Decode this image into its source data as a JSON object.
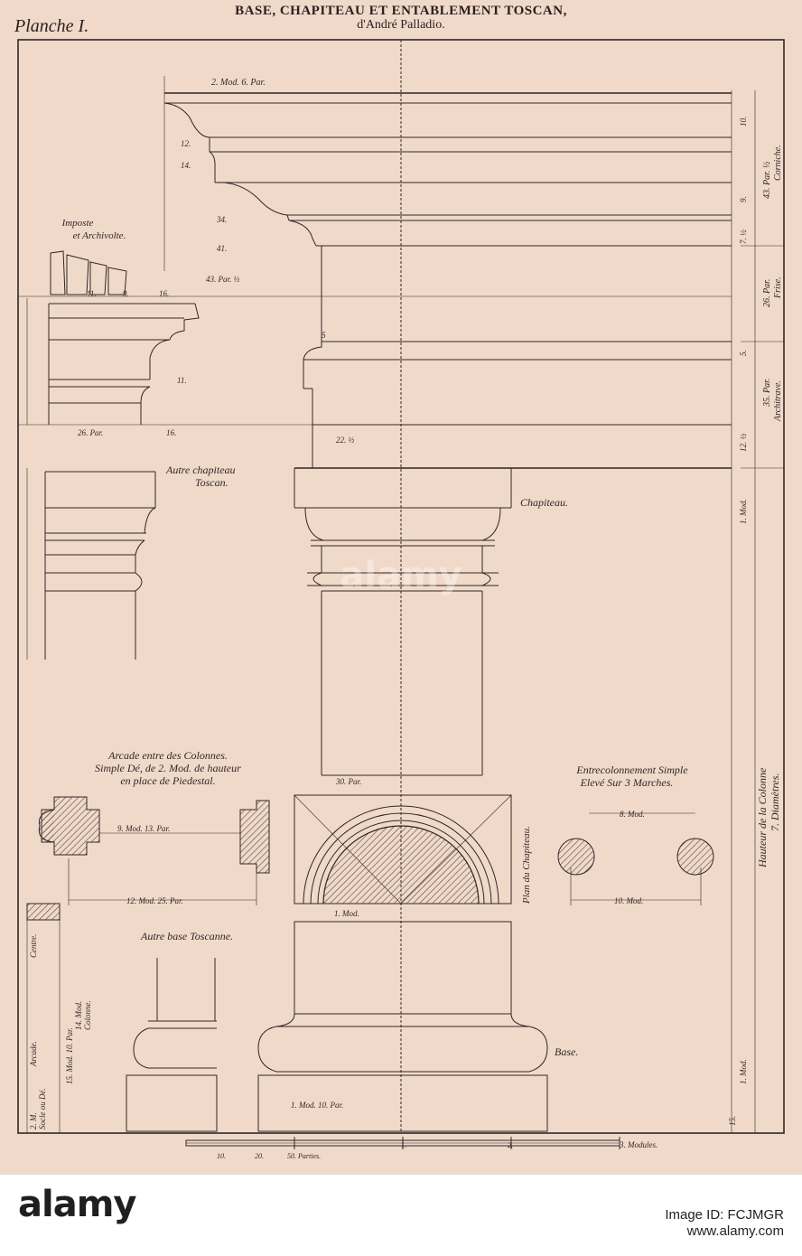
{
  "plate": {
    "planche": "Planche I.",
    "title": "BASE, CHAPITEAU ET ENTABLEMENT TOSCAN,",
    "subtitle": "d'André Palladio."
  },
  "labels": {
    "imposte": "Imposte",
    "archivolte": "et Archivolte.",
    "autre_chapiteau_1": "Autre chapiteau",
    "autre_chapiteau_2": "Toscan.",
    "chapiteau": "Chapiteau.",
    "arcade_1": "Arcade entre des Colonnes.",
    "arcade_2": "Simple Dé, de 2. Mod. de hauteur",
    "arcade_3": "en place de Piedestal.",
    "entrecol_1": "Entrecolonnement Simple",
    "entrecol_2": "Elevé Sur 3 Marches.",
    "plan_chapiteau": "Plan du Chapiteau.",
    "autre_base": "Autre base Toscanne.",
    "base": "Base.",
    "hauteur_colonne": "Hauteur de la Colonne",
    "diametres": "7. Diamètres.",
    "corniche_dim": "43. Par. ½",
    "corniche": "Corniche.",
    "frise_dim": "26. Par.",
    "frise": "Frise.",
    "architrave_dim": "35. Par.",
    "architrave": "Architrave.",
    "arcade_side": "Arcade.",
    "colonne_dim": "14. Mod.",
    "colonne": "Colonne.",
    "arcade_dim": "15. Mod. 10. Par.",
    "centre": "Centre.",
    "de_dim": "2. M.",
    "socle": "Socle ou Dé."
  },
  "dimensions": {
    "top_2mod": "2. Mod. 6. Par.",
    "d12": "12.",
    "d14": "14.",
    "d34": "34.",
    "d41": "41.",
    "d43": "43. Par. ½",
    "imp_16": "16.",
    "imp_26": "26. Par.",
    "imp_11": "11.",
    "imp_9": "9.",
    "arch_22": "22. ½",
    "arch_5": "5",
    "cap_30": "30. Par.",
    "arc_9mod": "9. Mod. 13. Par.",
    "arc_12mod": "12. Mod. 25. Par.",
    "ent_8mod": "8. Mod.",
    "ent_10mod": "10. Mod.",
    "plan_1mod": "1. Mod.",
    "base_1mod": "1. Mod. 10. Par.",
    "right_1mod": "1. Mod.",
    "right_10": "10.",
    "right_15": "15.",
    "right_7": "7. ½",
    "right_9": "9.",
    "right_5": "5.",
    "right_12": "12. ½"
  },
  "scale": {
    "modules": "3. Modules.",
    "parties": "50. Parties.",
    "t10": "10.",
    "t20": "20.",
    "t1": "1.",
    "t2": "2."
  },
  "watermark": "alamy",
  "footer": {
    "brand": "alamy",
    "image_id": "Image ID: FCJMGR",
    "site": "www.alamy.com"
  },
  "colors": {
    "paper": "#f1d9c9",
    "ink": "#2e2626",
    "hatch": "#6a5a56"
  }
}
